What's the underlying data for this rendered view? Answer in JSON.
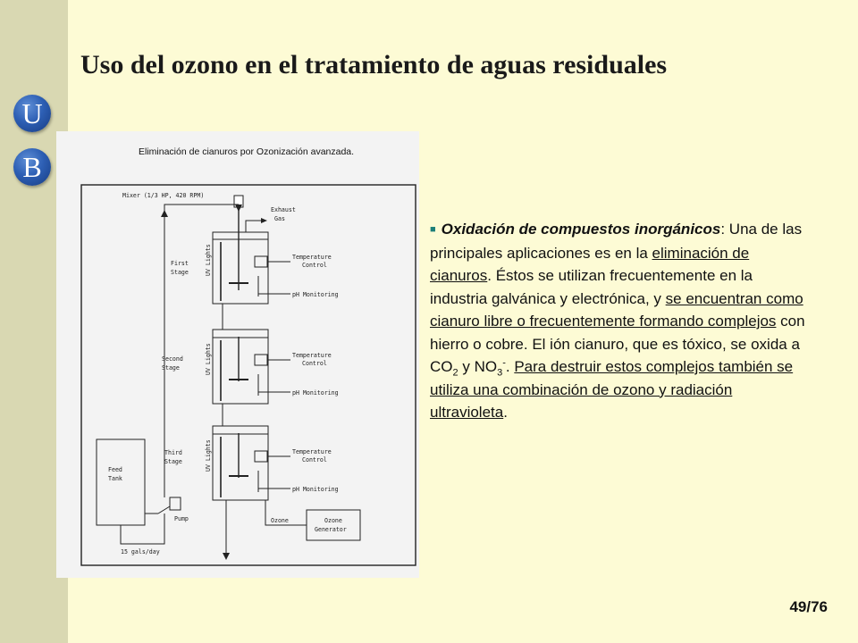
{
  "slide": {
    "title": "Uso del ozono en el tratamiento de aguas residuales",
    "page_number": "49/76",
    "logo_letters": [
      "U",
      "B"
    ]
  },
  "figure": {
    "caption": "Eliminación de cianuros por Ozonización avanzada.",
    "labels": {
      "mixer": "Mixer (1/3 HP, 420 RPM)",
      "exhaust": "Exhaust",
      "gas": "Gas",
      "first_stage": [
        "First",
        "Stage"
      ],
      "second_stage": [
        "Second",
        "Stage"
      ],
      "third_stage": [
        "Third",
        "Stage"
      ],
      "uv_lights": "UV Lights",
      "temperature_control": [
        "Temperature",
        "Control"
      ],
      "ph_monitoring": "pH Monitoring",
      "feed_tank": [
        "Feed",
        "Tank"
      ],
      "pump": "Pump",
      "ozone": "Ozone",
      "ozone_generator": [
        "Ozone",
        "Generator"
      ],
      "flow": "15 gals/day"
    }
  },
  "body": {
    "lead": "Oxidación de compuestos inorgánicos",
    "t1": ": Una de las principales aplicaciones es en la ",
    "u1": "eliminación de cianuros",
    "t2": ". Éstos se utilizan frecuentemente en la industria galvánica y electrónica, y ",
    "u2": "se encuentran como cianuro libre o frecuentemente formando complejos",
    "t3": " con hierro o cobre. El ión cianuro, que es tóxico, se oxida a CO",
    "co2_sub": "2",
    "t4": " y NO",
    "no3_sub": "3",
    "no3_sup": "-",
    "t5": ".  ",
    "u3": "Para destruir estos complejos también se utiliza una combinación de ozono y radiación ultravioleta",
    "t6": "."
  }
}
